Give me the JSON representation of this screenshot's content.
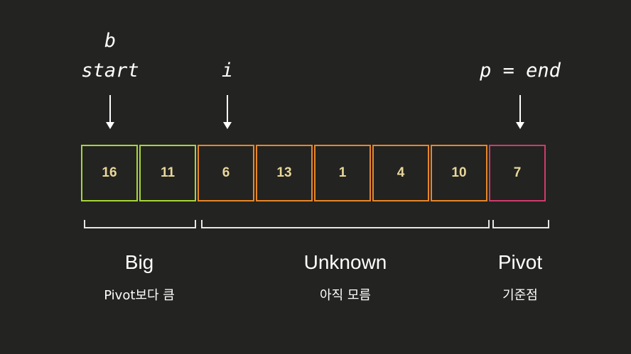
{
  "pointers": {
    "b": "b",
    "start": "start",
    "i": "i",
    "p_end": "p = end"
  },
  "cells": [
    {
      "value": "16",
      "group": "big"
    },
    {
      "value": "11",
      "group": "big"
    },
    {
      "value": "6",
      "group": "unknown"
    },
    {
      "value": "13",
      "group": "unknown"
    },
    {
      "value": "1",
      "group": "unknown"
    },
    {
      "value": "4",
      "group": "unknown"
    },
    {
      "value": "10",
      "group": "unknown"
    },
    {
      "value": "7",
      "group": "pivot"
    }
  ],
  "groups": {
    "big": {
      "title": "Big",
      "subtitle": "Pivot보다 큼",
      "color": "#a6d63a"
    },
    "unknown": {
      "title": "Unknown",
      "subtitle": "아직 모름",
      "color": "#e8862a"
    },
    "pivot": {
      "title": "Pivot",
      "subtitle": "기준점",
      "color": "#d13a6e"
    }
  }
}
